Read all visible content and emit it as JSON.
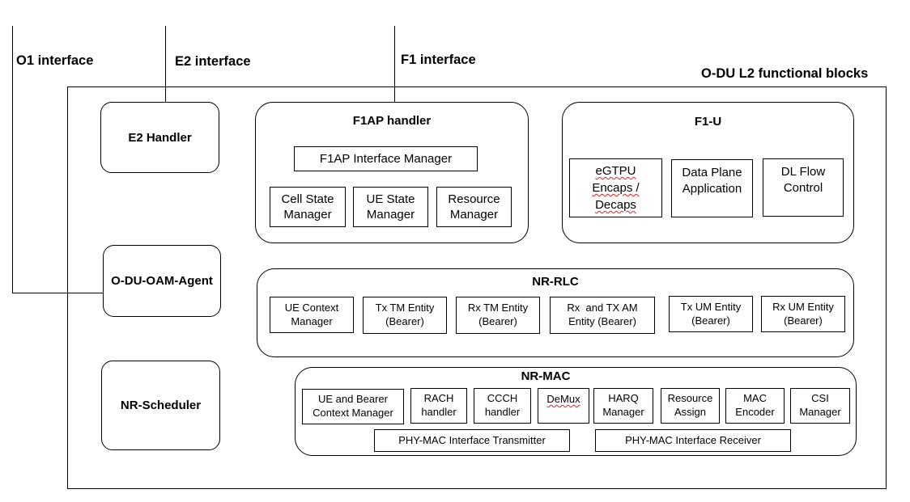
{
  "interfaces": {
    "o1": "O1 interface",
    "e2": "E2 interface",
    "f1": "F1 interface"
  },
  "frame_title": "O-DU L2 functional blocks",
  "left_blocks": {
    "e2_handler": "E2 Handler",
    "oam_agent": "O-DU-OAM-Agent",
    "scheduler": "NR-Scheduler"
  },
  "f1ap": {
    "title": "F1AP handler",
    "interface_manager": "F1AP Interface Manager",
    "cell_state_manager": "Cell State Manager",
    "ue_state_manager": "UE State Manager",
    "resource_manager": "Resource Manager"
  },
  "f1u": {
    "title": "F1-U",
    "egtpu_line1": "eGTPU",
    "egtpu_line2": "Encaps /",
    "egtpu_line3": "Decaps",
    "data_plane": "Data Plane Application",
    "dl_flow": "DL Flow Control"
  },
  "rlc": {
    "title": "NR-RLC",
    "blocks": [
      "UE Context Manager",
      "Tx TM Entity (Bearer)",
      "Rx TM Entity (Bearer)",
      "Rx  and TX AM Entity (Bearer)",
      "Tx UM Entity (Bearer)",
      "Rx UM Entity (Bearer)"
    ]
  },
  "mac": {
    "title": "NR-MAC",
    "blocks": [
      "UE and Bearer Context Manager",
      "RACH handler",
      "CCCH handler",
      "DeMux",
      "HARQ Manager",
      "Resource Assign",
      "MAC Encoder",
      "CSI Manager"
    ],
    "phy_tx": "PHY-MAC Interface Transmitter",
    "phy_rx": "PHY-MAC Interface Receiver"
  }
}
